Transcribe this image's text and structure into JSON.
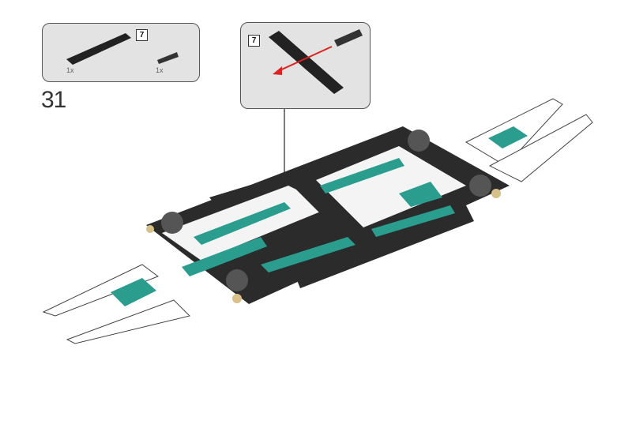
{
  "step_number": "31",
  "parts_list": {
    "items": [
      {
        "name": "beam",
        "length_label": "7",
        "quantity": "1x"
      },
      {
        "name": "pin",
        "quantity": "1x"
      }
    ]
  },
  "callout": {
    "length_label": "7"
  },
  "colors": {
    "teal": "#2a9d8f",
    "frame": "#2b2b2b",
    "arrow": "#d22"
  }
}
